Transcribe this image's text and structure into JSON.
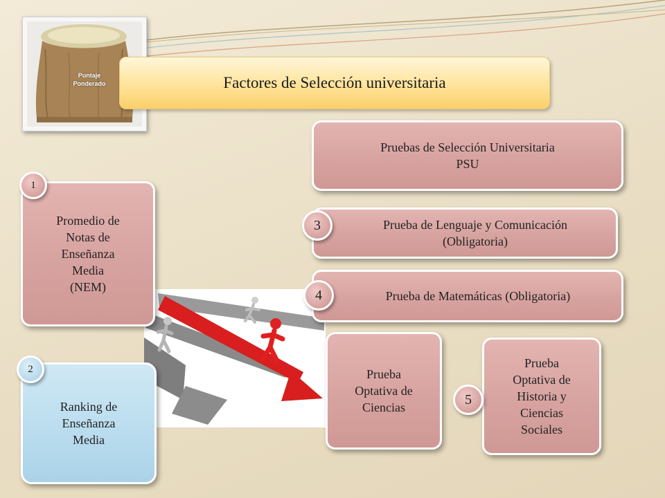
{
  "title": "Factores de Selección universitaria",
  "image_label": {
    "line1": "Puntaje",
    "line2": "Ponderado"
  },
  "nem": {
    "badge": "1",
    "line1": "Promedio de",
    "line2": "Notas de",
    "line3": "Enseñanza",
    "line4": "Media",
    "line5": "(NEM)"
  },
  "ranking": {
    "badge": "2",
    "line1": "Ranking de",
    "line2": "Enseñanza",
    "line3": "Media"
  },
  "psu": {
    "line1": "Pruebas de Selección Universitaria",
    "line2": "PSU"
  },
  "lenguaje": {
    "badge": "3",
    "line1": "Prueba de Lenguaje y Comunicación",
    "line2": "(Obligatoria)"
  },
  "matematicas": {
    "badge": "4",
    "text": "Prueba de Matemáticas (Obligatoria)"
  },
  "ciencias": {
    "line1": "Prueba",
    "line2": "Optativa de",
    "line3": "Ciencias"
  },
  "optativa_badge": "5",
  "historia": {
    "line1": "Prueba",
    "line2": "Optativa de",
    "line3": "Historia y",
    "line4": "Ciencias",
    "line5": "Sociales"
  },
  "colors": {
    "pink": "#d7a3a0",
    "blue": "#b9dcee",
    "title": "#ffe39a",
    "arrow_red": "#d81e1e",
    "arrow_gray": "#8a8a8a"
  }
}
